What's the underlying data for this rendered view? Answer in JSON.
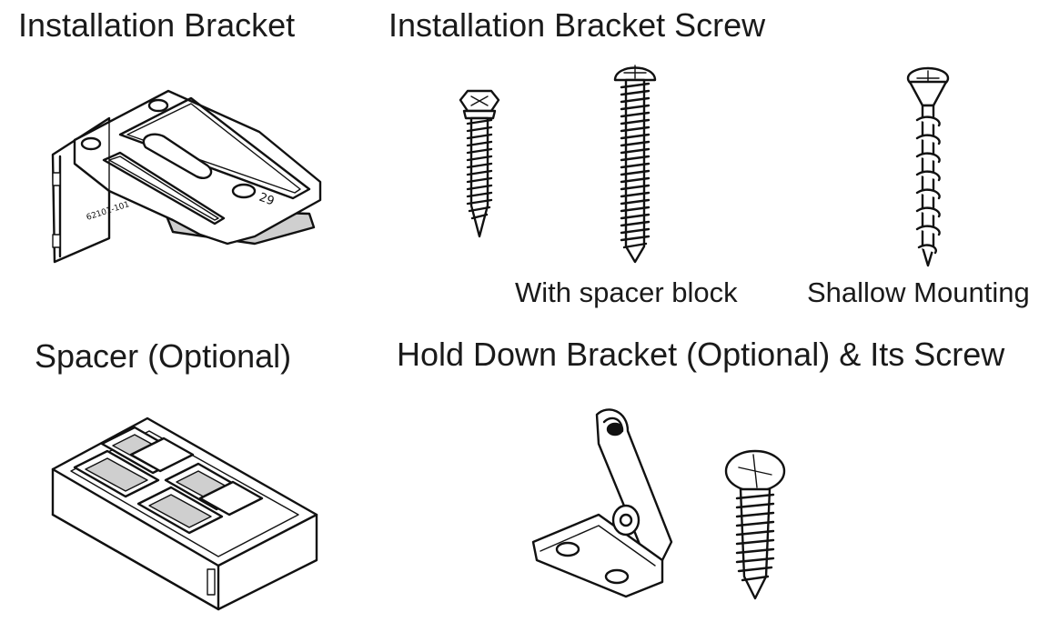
{
  "installation_bracket": {
    "title": "Installation Bracket",
    "part_no": "62101-101",
    "mark": "29"
  },
  "bracket_screw": {
    "title": "Installation Bracket Screw",
    "with_spacer_label": "With spacer block",
    "shallow_label": "Shallow Mounting"
  },
  "spacer": {
    "title": "Spacer (Optional)"
  },
  "hold_down": {
    "title": "Hold Down Bracket (Optional) & Its Screw"
  }
}
